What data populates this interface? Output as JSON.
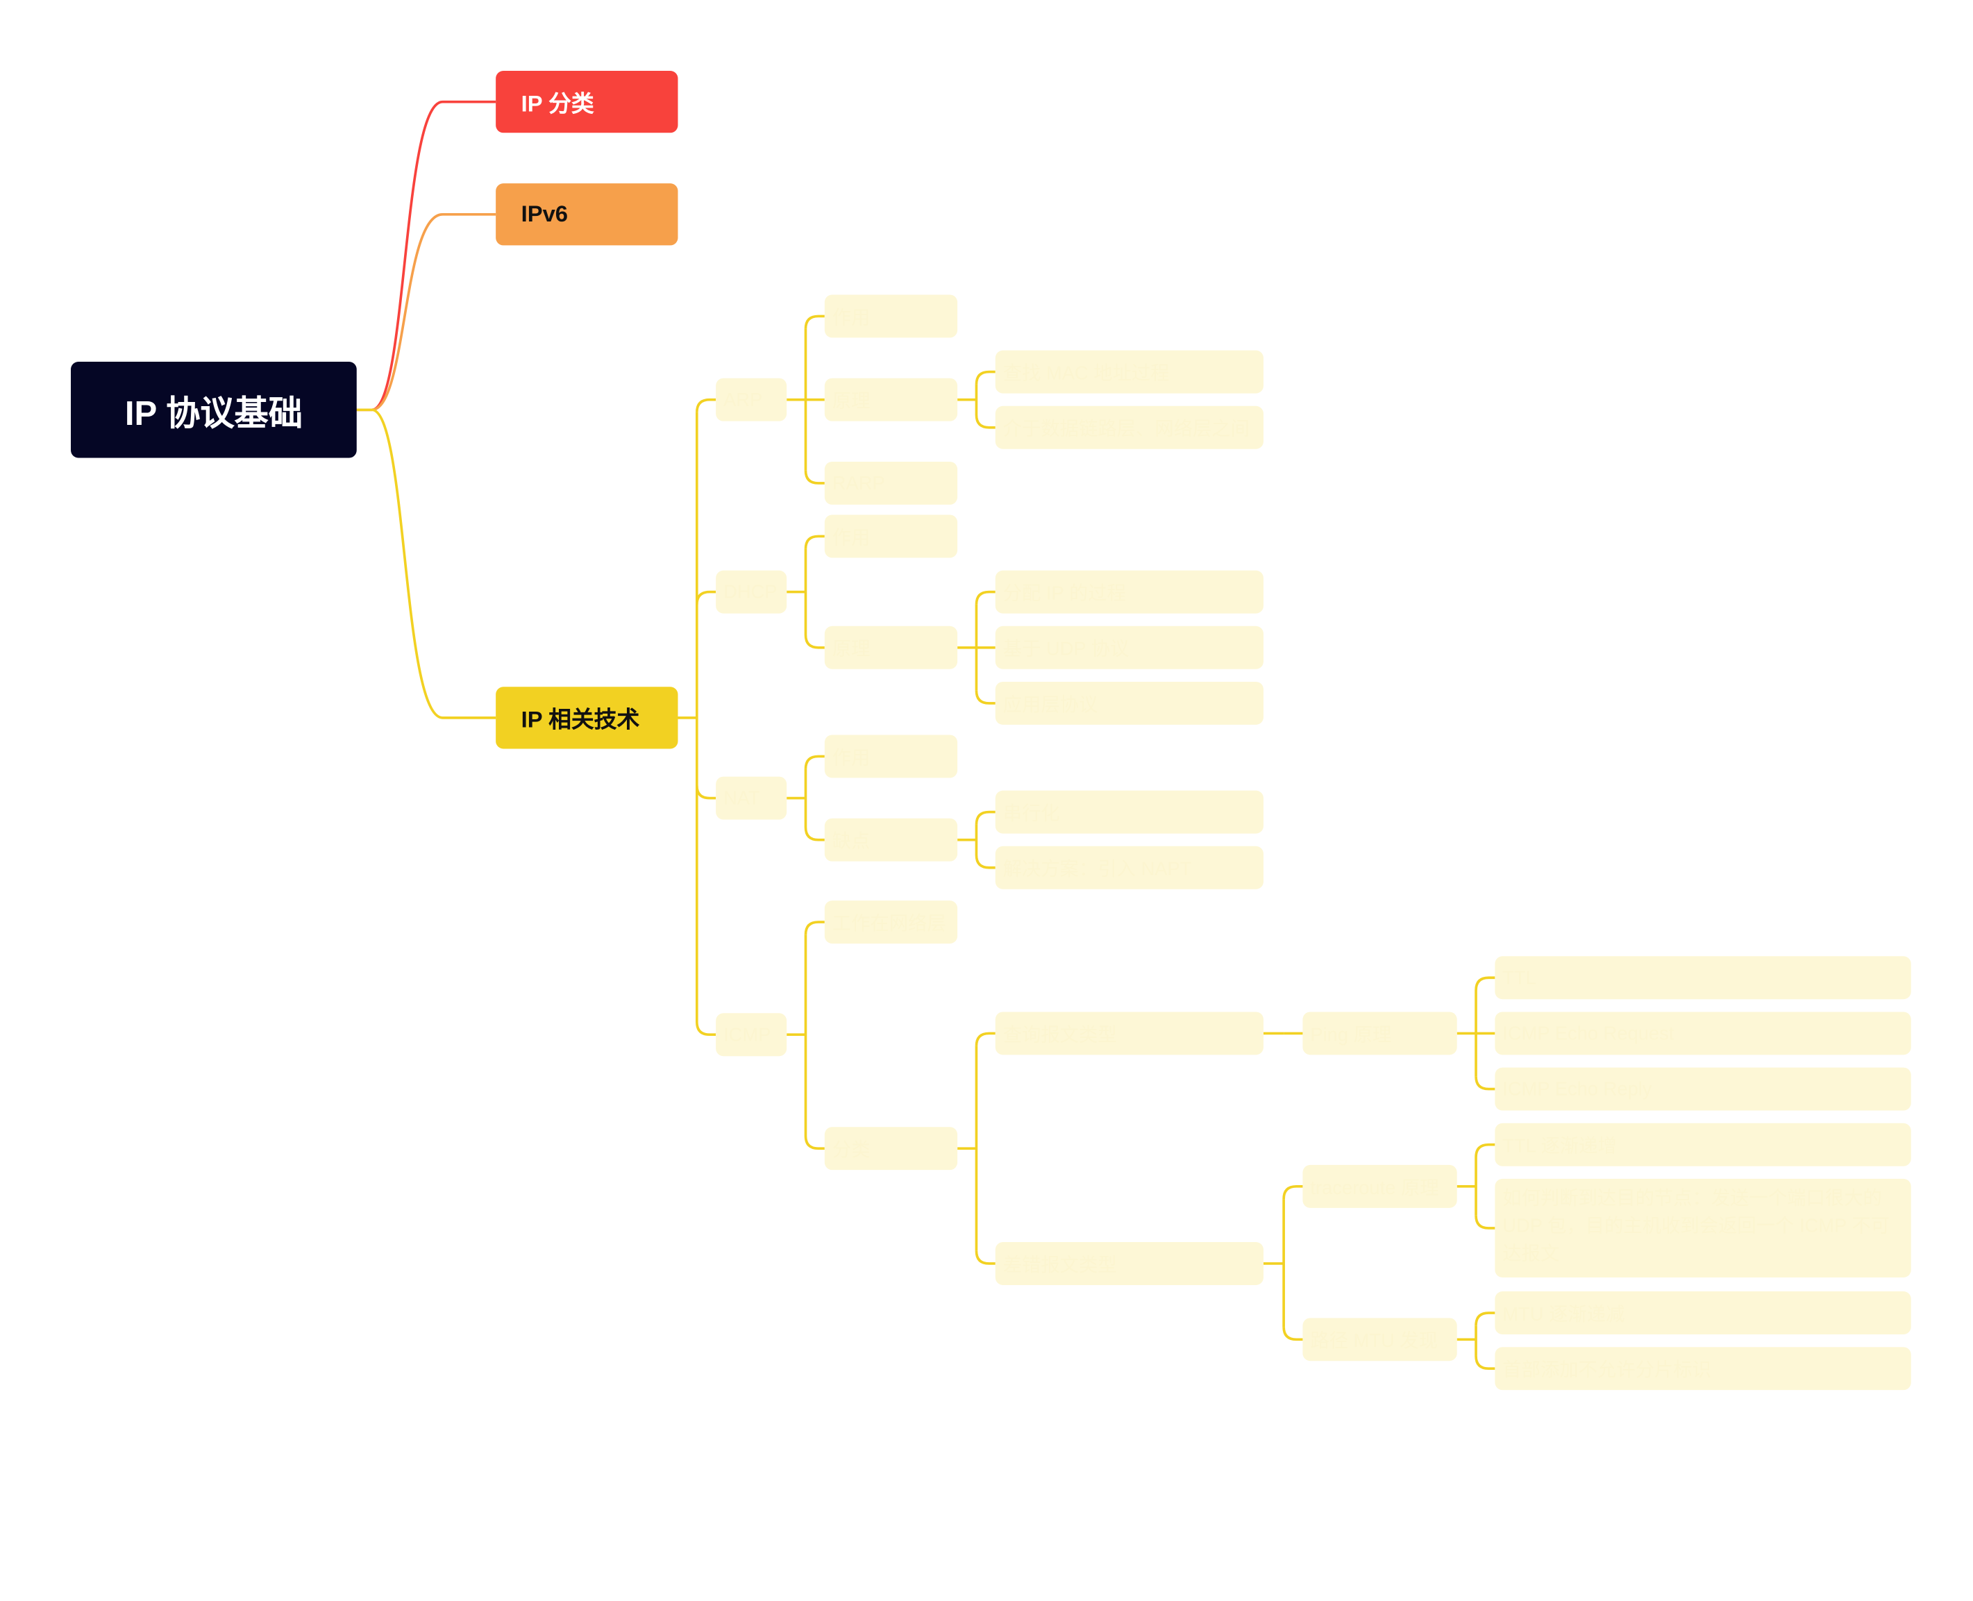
{
  "colors": {
    "root": "#050625",
    "ip_classes": "#f8423c",
    "ipv6": "#f6a04b",
    "related_tech": "#f2d122",
    "leaf_fill": "#fdf7d6",
    "leaf_text": "#fcf5d0"
  },
  "mindmap": {
    "root": "IP 协议基础",
    "branches": {
      "ip_classes": "IP 分类",
      "ipv6": "IPv6",
      "related_tech": "IP 相关技术"
    },
    "arp": {
      "label": "ARP",
      "role": "作用",
      "principle": "原理",
      "principle_items": [
        "查找 MAC 地址过程",
        "介于数据链路层、网络层之间"
      ],
      "rarp": "RARP"
    },
    "dhcp": {
      "label": "DHCP",
      "role": "作用",
      "principle": "原理",
      "principle_items": [
        "分配 IP 的过程",
        "基于 UDP 协议",
        "应用层协议"
      ]
    },
    "nat": {
      "label": "NAT",
      "role": "作用",
      "drawback": "缺点",
      "drawback_items": [
        "串行化",
        "解决方案：引入 NAPT"
      ]
    },
    "icmp": {
      "label": "ICMP",
      "layer": "工作在网络层",
      "category": "分类",
      "query": "查询报文类型",
      "ping": "Ping 原理",
      "ping_items": [
        "TTL",
        "ICMP Echo Request",
        "ICMP Echo Reply"
      ],
      "error": "差错报文类型",
      "traceroute": "traceroute 原理",
      "traceroute_items": [
        "TTL 逐渐递增",
        "如何判断到达目的节点：发送一个端口很大的 UDP 包，目的主机收到会返回一个 ICMP 不可达报文"
      ],
      "mtu": "路径 MTU 发现",
      "mtu_items": [
        "MTU 逐渐递减",
        "首部添加不允许分片标识"
      ]
    }
  }
}
